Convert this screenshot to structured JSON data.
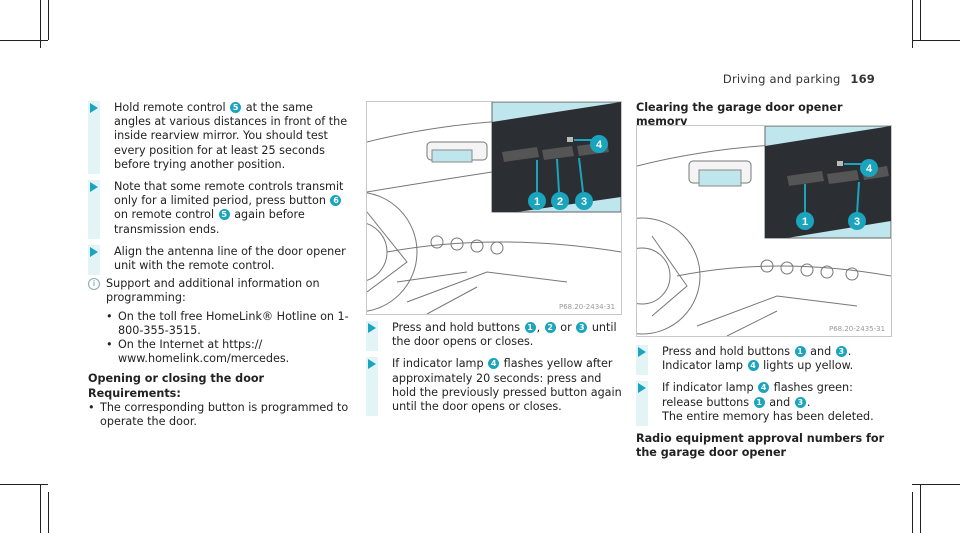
{
  "header": {
    "section": "Driving and parking",
    "page": "169"
  },
  "col1": {
    "step1": {
      "a": "Hold remote control ",
      "n": "5",
      "b": " at the same angles at various distances in front of the inside rearview mirror. You should test every position for at least 25 seconds before trying another position."
    },
    "step2": {
      "a": "Note that some remote controls transmit only for a limited period, press button ",
      "n1": "6",
      "b": " on remote control ",
      "n2": "5",
      "c": " again before transmission ends."
    },
    "step3": "Align the antenna line of the door opener unit with the remote control.",
    "note": "Support and additional information on programming:",
    "bullets": [
      "On the toll free HomeLink® Hotline on 1-800-355-3515.",
      "On the Internet at https:// www.homelink.com/mercedes."
    ],
    "heading": "Opening or closing the door",
    "req_heading": "Requirements:",
    "req": "The corresponding button is programmed to operate the door."
  },
  "col2": {
    "figure": {
      "code": "P68.20-2434-31",
      "labels": [
        "1",
        "2",
        "3",
        "4"
      ]
    },
    "step1": {
      "a": "Press and hold buttons ",
      "n1": "1",
      "s1": ", ",
      "n2": "2",
      "s2": " or ",
      "n3": "3",
      "b": " until the door opens or closes."
    },
    "step2": {
      "a": "If indicator lamp ",
      "n": "4",
      "b": " flashes yellow after approximately 20 seconds: press and hold the previously pressed button again until the door opens or closes."
    }
  },
  "col3": {
    "heading": "Clearing the garage door opener memory",
    "figure": {
      "code": "P68.20-2435-31",
      "labels": [
        "1",
        "3",
        "4"
      ]
    },
    "step1": {
      "a": "Press and hold buttons ",
      "n1": "1",
      "s1": " and ",
      "n2": "3",
      "b": ".",
      "c": "Indicator lamp ",
      "n3": "4",
      "d": " lights up yellow."
    },
    "step2": {
      "a": "If indicator lamp ",
      "n1": "4",
      "b": " flashes green: release buttons ",
      "n2": "1",
      "s": " and ",
      "n3": "3",
      "c": ".",
      "d": "The entire memory has been deleted."
    },
    "heading2": "Radio equipment approval numbers for the garage door opener"
  },
  "colors": {
    "accent": "#1aa4bd",
    "panel": "#bfe6ec",
    "steptrack": "#e3f4f7"
  }
}
